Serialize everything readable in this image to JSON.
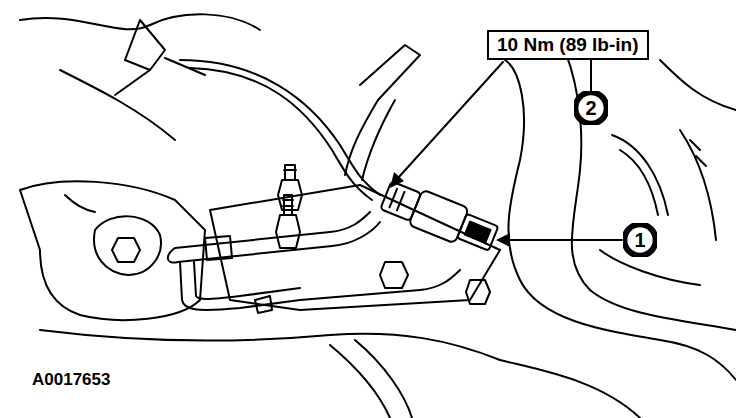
{
  "diagram": {
    "nodes": [
      {
        "text": [
          "10 Nm (89 lb-in)"
        ]
      },
      {
        "text": [
          "2"
        ]
      },
      {
        "text": [
          "1"
        ]
      }
    ],
    "edges": [
      {
        "from": 1,
        "to": 0,
        "arrow": "none"
      }
    ],
    "labels": [
      "A0017653"
    ]
  }
}
